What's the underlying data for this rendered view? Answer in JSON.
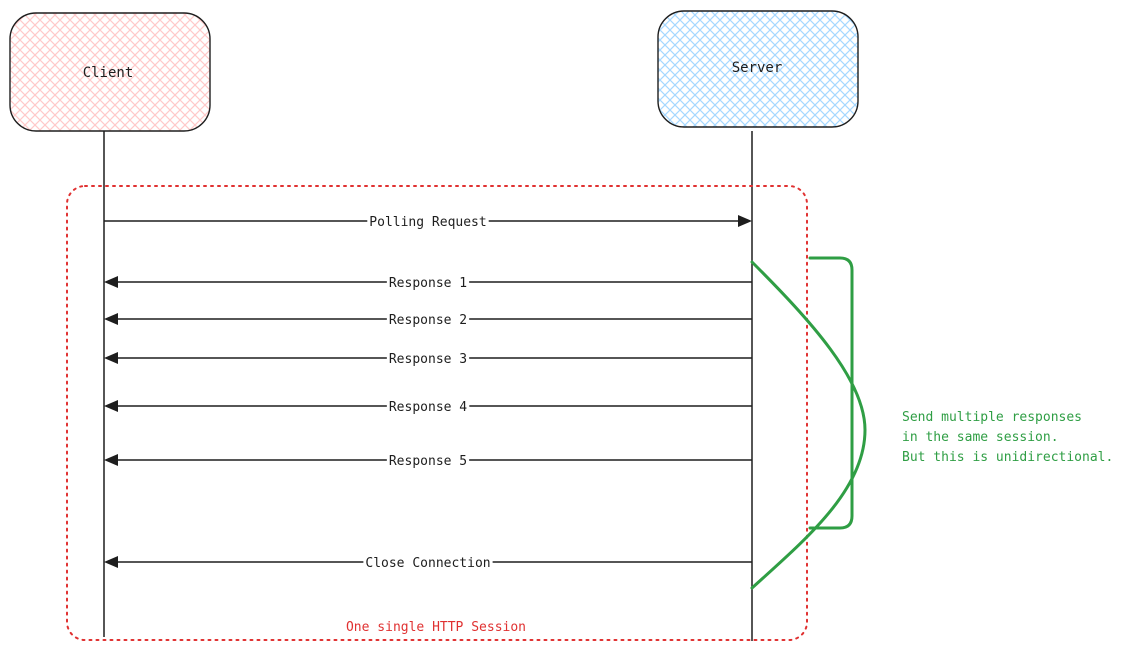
{
  "participants": {
    "client": {
      "label": "Client",
      "fill": "#ffc9c9",
      "stroke": "#1e1e1e"
    },
    "server": {
      "label": "Server",
      "fill": "#a5d8ff",
      "stroke": "#1e1e1e"
    }
  },
  "messages": [
    {
      "label": "Polling Request",
      "from": "client",
      "to": "server"
    },
    {
      "label": "Response 1",
      "from": "server",
      "to": "client"
    },
    {
      "label": "Response 2",
      "from": "server",
      "to": "client"
    },
    {
      "label": "Response 3",
      "from": "server",
      "to": "client"
    },
    {
      "label": "Response 4",
      "from": "server",
      "to": "client"
    },
    {
      "label": "Response 5",
      "from": "server",
      "to": "client"
    },
    {
      "label": "Close Connection",
      "from": "server",
      "to": "client"
    }
  ],
  "session": {
    "label": "One single HTTP Session",
    "color": "#e03131"
  },
  "annotation": {
    "lines": [
      "Send multiple responses",
      "in the same session.",
      "But this is unidirectional."
    ],
    "color": "#2f9e44"
  },
  "colors": {
    "line": "#1e1e1e",
    "text": "#1e1e1e"
  }
}
